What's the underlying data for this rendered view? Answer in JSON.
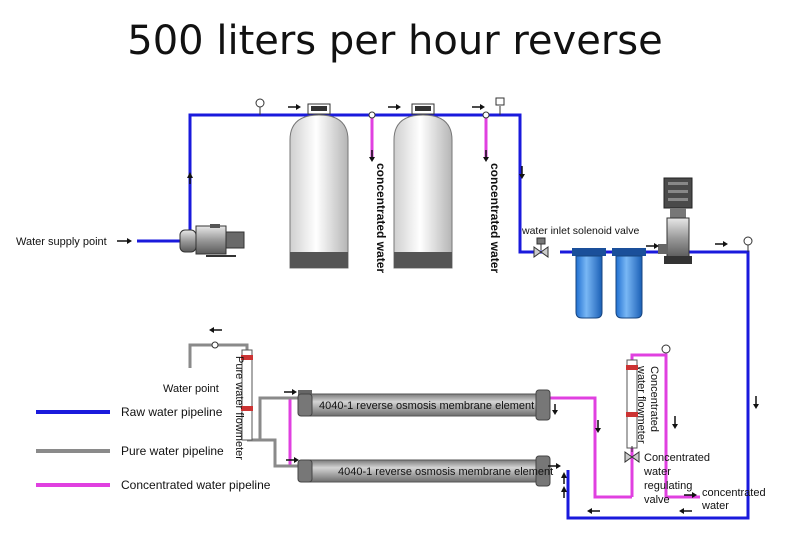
{
  "title": "500 liters per hour reverse",
  "labels": {
    "water_supply_point": "Water supply point",
    "concentrated_water_1": "concentrated water",
    "concentrated_water_2": "concentrated water",
    "water_inlet_solenoid_valve": "water inlet solenoid valve",
    "pure_water_flowmeter": "Pure water flowmeter",
    "water_point": "Water point",
    "membrane_1": "4040-1 reverse osmosis membrane element",
    "membrane_2": "4040-1 reverse osmosis membrane element",
    "concentrated_water_flowmeter_1": "Concentrated",
    "concentrated_water_flowmeter_2": "water flowmeter",
    "regulating_valve_1": "Concentrated",
    "regulating_valve_2": "water",
    "regulating_valve_3": "regulating",
    "regulating_valve_4": "valve",
    "concentrated_outlet_1": "concentrated",
    "concentrated_outlet_2": "water"
  },
  "legend": [
    {
      "label": "Raw water pipeline",
      "color": "#1a1adc"
    },
    {
      "label": "Pure water pipeline",
      "color": "#8a8a8a"
    },
    {
      "label": "Concentrated water pipeline",
      "color": "#e040e0"
    }
  ],
  "colors": {
    "raw": "#1a1adc",
    "pure": "#8a8a8a",
    "concentrated": "#e040e0"
  }
}
